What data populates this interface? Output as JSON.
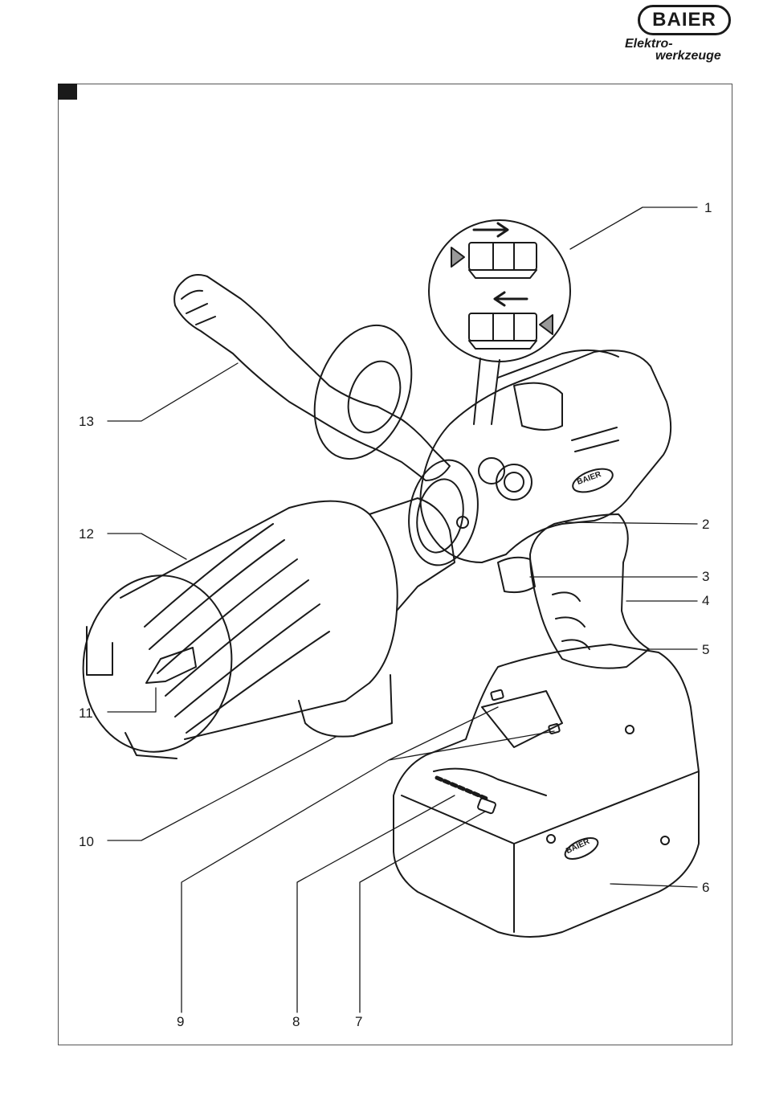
{
  "logo": {
    "brand": "BAIER",
    "line1": "Elektro-",
    "line2": "werkzeuge"
  },
  "figure": {
    "tool_marking_brand": "BAIER"
  },
  "callouts": [
    {
      "id": "1",
      "label": "1"
    },
    {
      "id": "2",
      "label": "2"
    },
    {
      "id": "3",
      "label": "3"
    },
    {
      "id": "4",
      "label": "4"
    },
    {
      "id": "5",
      "label": "5"
    },
    {
      "id": "6",
      "label": "6"
    },
    {
      "id": "7",
      "label": "7"
    },
    {
      "id": "8",
      "label": "8"
    },
    {
      "id": "9",
      "label": "9"
    },
    {
      "id": "10",
      "label": "10"
    },
    {
      "id": "11",
      "label": "11"
    },
    {
      "id": "12",
      "label": "12"
    },
    {
      "id": "13",
      "label": "13"
    }
  ]
}
